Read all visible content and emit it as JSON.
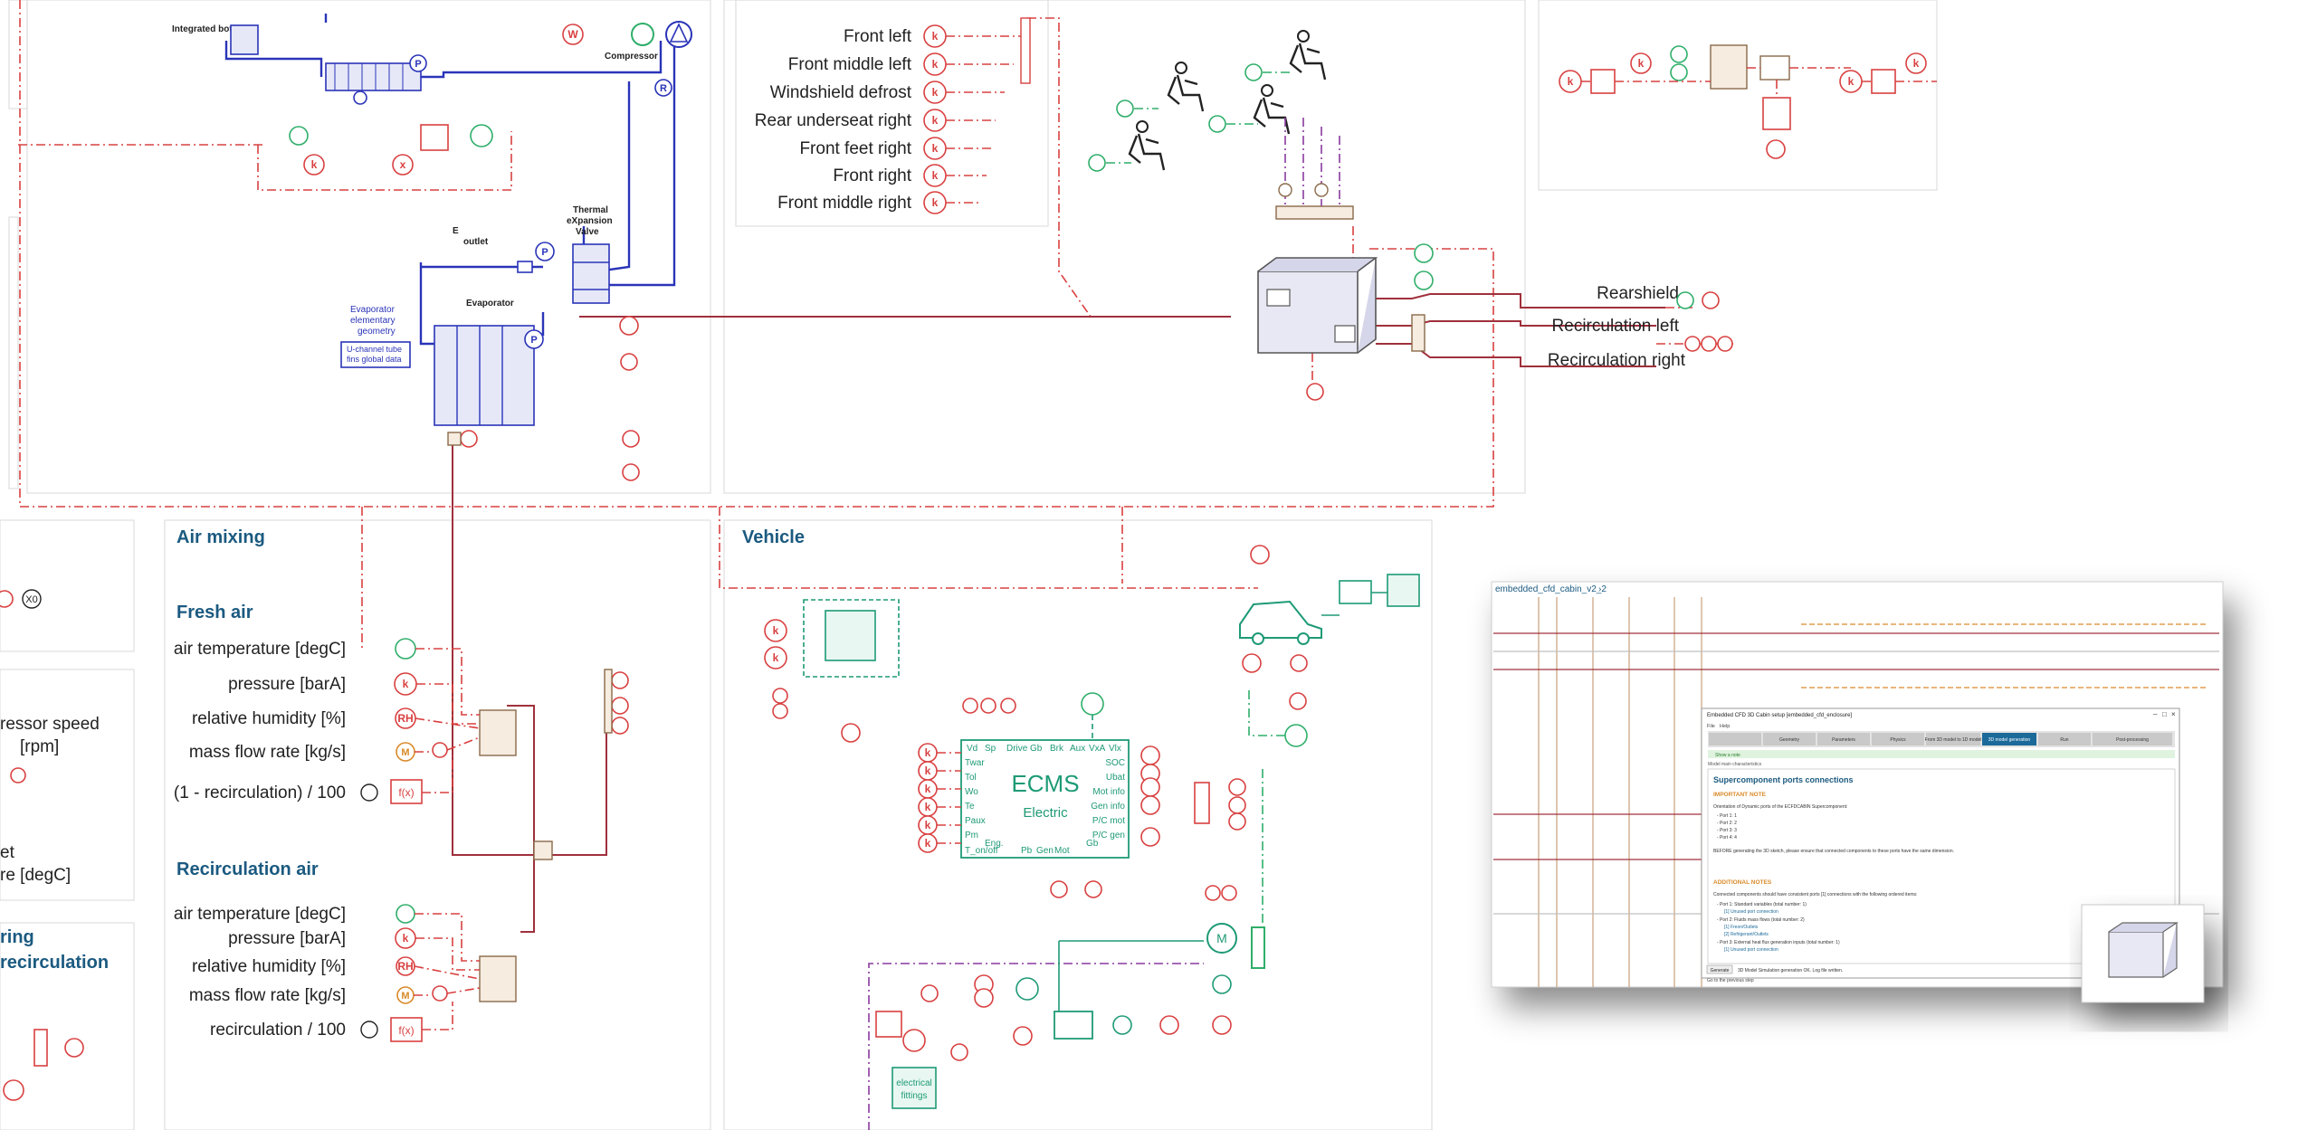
{
  "refrigerant": {
    "integrated_bottle": "Integrated bottle",
    "compressor": "Compressor",
    "evaporator_outlet": "Evaporator outlet",
    "txv": [
      "Thermal",
      "eXpansion",
      "Valve"
    ],
    "evaporator": "Evaporator",
    "evaporator_geometry": [
      "Evaporator",
      "elementary",
      "geometry"
    ],
    "evaporator_geometry_box": [
      "U-channel tube",
      "fins global data"
    ]
  },
  "vents": {
    "labels": [
      "Front left",
      "Front middle left",
      "Windshield defrost",
      "Rear underseat right",
      "Front feet right",
      "Front right",
      "Front middle right"
    ]
  },
  "cabin_outlets": {
    "labels": [
      "Rearshield",
      "Recirculation left",
      "Recirculation right"
    ]
  },
  "air_mixing": {
    "title": "Air mixing",
    "fresh_air": {
      "title": "Fresh air",
      "rows": [
        "air temperature [degC]",
        "pressure [barA]",
        "relative humidity [%]",
        "mass flow rate [kg/s]",
        "(1 - recirculation) / 100"
      ]
    },
    "recirc_air": {
      "title": "Recirculation air",
      "rows": [
        "air temperature [degC]",
        "pressure [barA]",
        "relative humidity [%]",
        "mass flow rate [kg/s]",
        "recirculation / 100"
      ]
    }
  },
  "left_partial": {
    "compressor_speed": [
      "ressor speed",
      "[rpm]"
    ],
    "set": [
      "et",
      "re [degC]"
    ],
    "ring": [
      "ring",
      "recirculation"
    ]
  },
  "vehicle": {
    "title": "Vehicle",
    "ecms_title": "ECMS",
    "ecms_sub": "Electric",
    "ecms_top_ports": [
      "Vd",
      "Sp",
      "Drive",
      "Gb",
      "Brk",
      "Aux",
      "VxA",
      "Vlx"
    ],
    "ecms_left_ports": [
      "Twar",
      "Tol",
      "Wo",
      "Te",
      "Paux",
      "Pm"
    ],
    "ecms_right_ports": [
      "SOC",
      "Ubat",
      "Mot info",
      "Gen info",
      "P/C mot",
      "P/C gen"
    ],
    "ecms_bottom_ports": [
      "T_on/off",
      "Eng.",
      "Pb",
      "Gen",
      "Mot",
      "Gb"
    ],
    "battery_box": [
      "electrical",
      "fittings"
    ]
  },
  "screenshot": {
    "breadcrumb": "embedded_cfd_cabin_v2_2",
    "dialog_title": "Embedded CFD 3D Cabin setup [embedded_cfd_enclosure]",
    "steps": [
      "",
      "Geometry",
      "Parameters",
      "Physics",
      "From 3D model to 1D model",
      "3D model generation",
      "Run",
      "Post-processing"
    ],
    "note_bar": "Show a note",
    "section_label": "Model main characteristics",
    "heading": "Supercomponent ports connections",
    "important_note": "IMPORTANT NOTE",
    "important_text": "Orientation of Dynamic ports of the ECFDCABIN Supercomponent:",
    "ports": [
      "- Port 1: 1",
      "- Port 2: 2",
      "- Port 3: 3",
      "- Port 4: 4"
    ],
    "before_text": "BEFORE generating the 3D sketch, please ensure that connected components to these ports have the same dimension.",
    "additional_notes": "ADDITIONAL NOTES",
    "additional_text": "Connected components should have consistent ports [1] connections with the following ordered items:",
    "sub_items": [
      "- Port 1: Standard variables (total number: 1)",
      "[1] Unused port connection",
      "- Port 2: Fluids mass flows (total number: 2)",
      "[1] Freon/Outlets",
      "[2] Refrigerant/Outlets",
      "- Port 3: External heat flux generation inputs (total number: 1)",
      "[1] Unused port connection"
    ],
    "bottom_button": "Generate",
    "bottom_status": "3D Model Simulation generation OK. Log file written.",
    "footer": "Go to the previous step"
  },
  "colors": {
    "section_title": "#1b5a80",
    "signal_red": "#d94040",
    "refrigerant_blue": "#2a34b8",
    "electric_teal": "#1e9a76",
    "air_line": "#a0303c",
    "timeline_active": "#1b6a9a"
  }
}
